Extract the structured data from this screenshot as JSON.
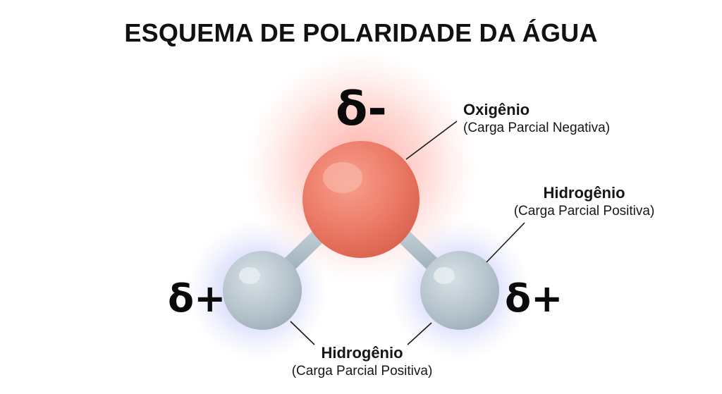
{
  "title": "ESQUEMA DE POLARIDADE DA ÁGUA",
  "charges": {
    "oxygen": "δ-",
    "hydrogen_left": "δ+",
    "hydrogen_right": "δ+"
  },
  "labels": {
    "oxygen": {
      "name": "Oxigênio",
      "desc": "(Carga Parcial Negativa)"
    },
    "hydrogen_right": {
      "name": "Hidrogênio",
      "desc": "(Carga Parcial Positiva)"
    },
    "hydrogen_bottom": {
      "name": "Hidrogênio",
      "desc": "(Carga Parcial Positiva)"
    }
  },
  "colors": {
    "oxygen_atom": "#ec7a66",
    "oxygen_glow": "#ff6b5c",
    "hydrogen_atom": "#b9c6cf",
    "hydrogen_glow": "#7b86f0",
    "bond": "#aebdc6",
    "text": "#111111"
  }
}
